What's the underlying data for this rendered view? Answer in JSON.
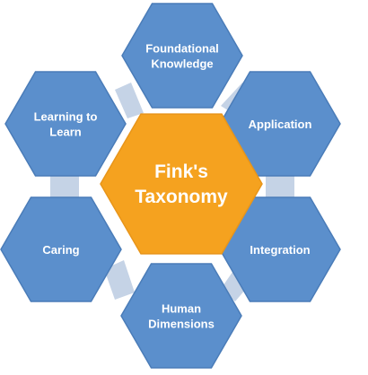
{
  "center": {
    "lines": [
      "Fink's",
      "Taxonomy"
    ],
    "color": "#f5a21f"
  },
  "nodes": [
    {
      "id": "foundational-knowledge",
      "lines": [
        "Foundational",
        "Knowledge"
      ]
    },
    {
      "id": "application",
      "lines": [
        "Application"
      ]
    },
    {
      "id": "integration",
      "lines": [
        "Integration"
      ]
    },
    {
      "id": "human-dimensions",
      "lines": [
        "Human",
        "Dimensions"
      ]
    },
    {
      "id": "caring",
      "lines": [
        "Caring"
      ]
    },
    {
      "id": "learning-to-learn",
      "lines": [
        "Learning to",
        "Learn"
      ]
    }
  ],
  "colors": {
    "node_fill": "#5b8fcc",
    "node_stroke": "#4a7cb8",
    "connector": "#c5d3e6",
    "center_stroke": "#e8951a"
  }
}
